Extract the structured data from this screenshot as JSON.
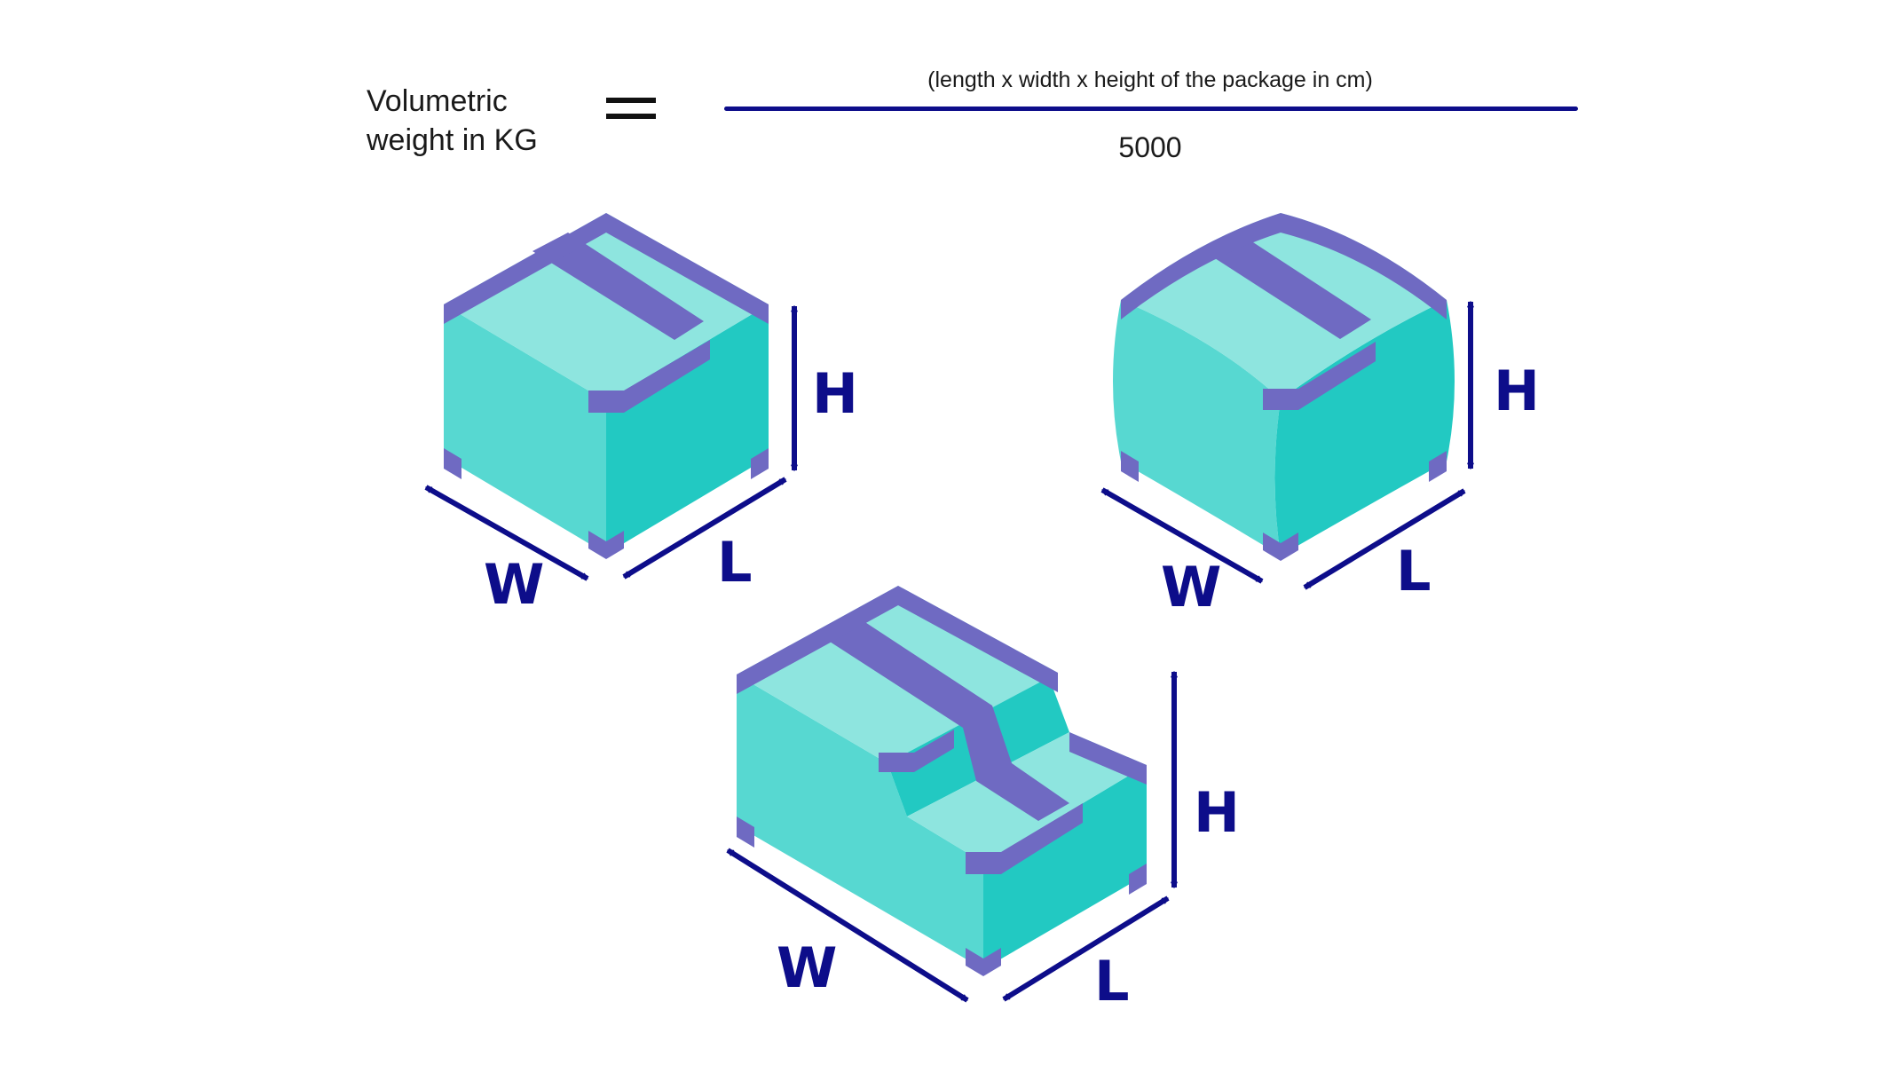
{
  "formula": {
    "lhs_line1": "Volumetric",
    "lhs_line2": "weight in KG",
    "numerator": "(length x width x height of the package in cm)",
    "denominator": "5000"
  },
  "boxes": [
    {
      "name": "standard-box",
      "height_label": "H",
      "width_label": "W",
      "length_label": "L"
    },
    {
      "name": "bulging-box",
      "height_label": "H",
      "width_label": "W",
      "length_label": "L"
    },
    {
      "name": "irregular-stepped-box",
      "height_label": "H",
      "width_label": "W",
      "length_label": "L"
    }
  ],
  "colors": {
    "face_left": "#57d8d1",
    "face_right": "#22c9c2",
    "face_top": "#8ee5df",
    "tape": "#6f6ac2",
    "arrow": "#0d0d8a",
    "text": "#1a1a1a"
  }
}
